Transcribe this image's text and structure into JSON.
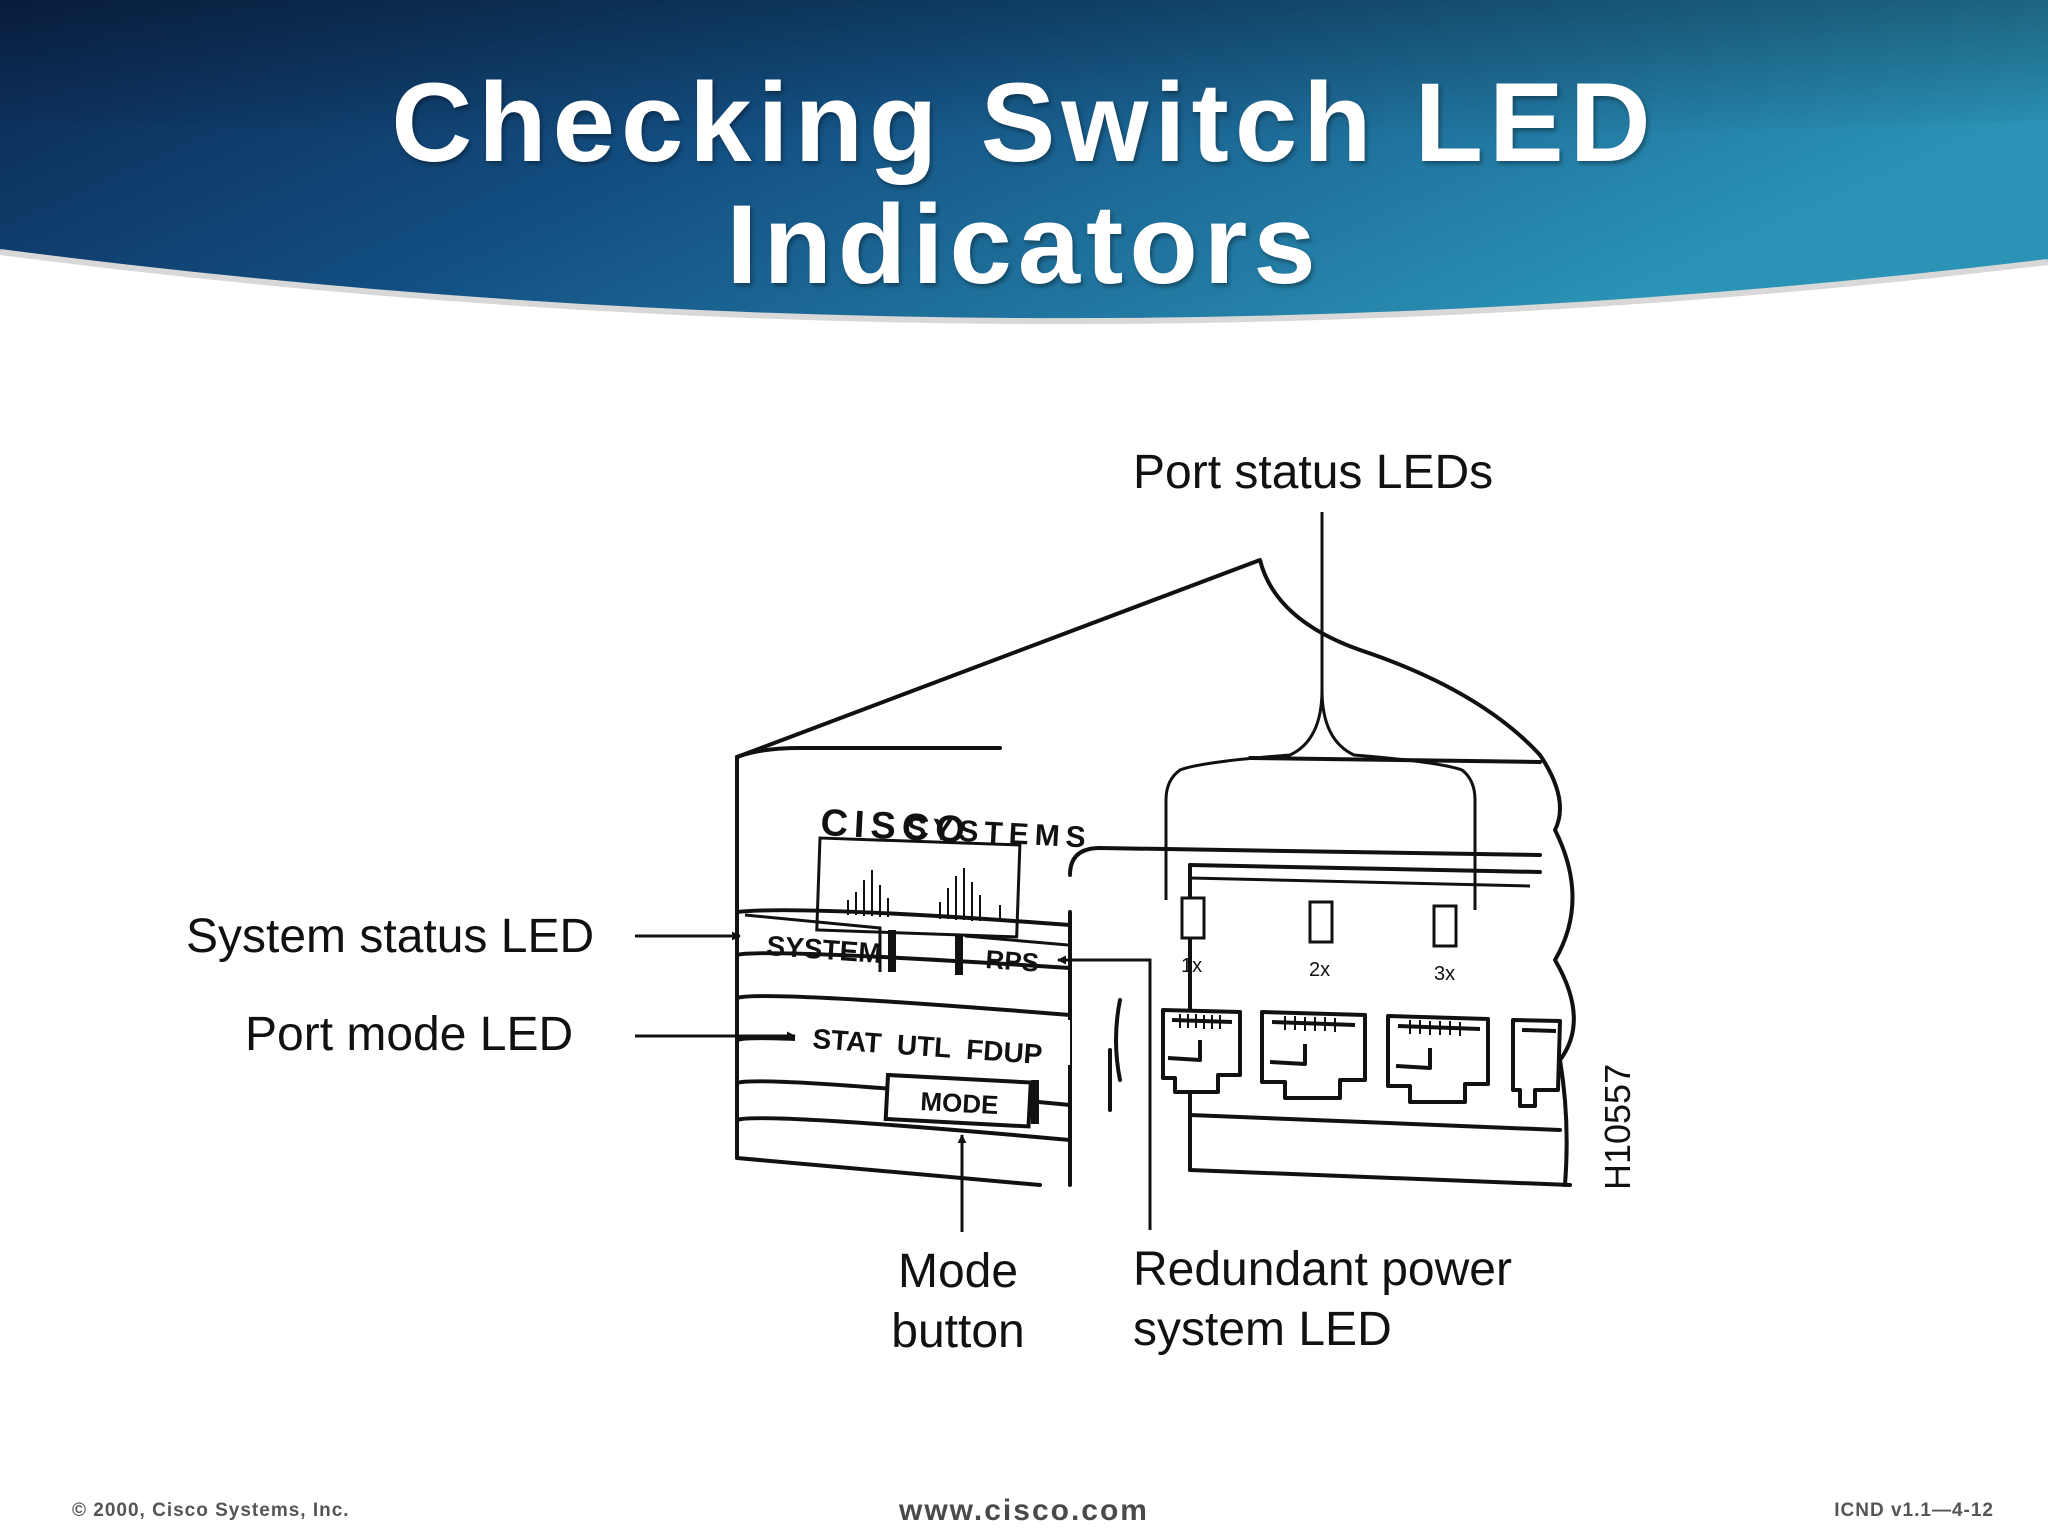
{
  "title": {
    "line1": "Checking Switch LED",
    "line2": "Indicators"
  },
  "colors": {
    "header_dark": "#0c2a52",
    "header_mid": "#145a86",
    "header_light": "#2a8fb3",
    "ink": "#111111"
  },
  "callouts": {
    "port_status": "Port status LEDs",
    "system_status": "System status LED",
    "port_mode": "Port mode LED",
    "mode_button_line1": "Mode",
    "mode_button_line2": "button",
    "rps_line1": "Redundant power",
    "rps_line2": "system LED"
  },
  "panel": {
    "brand_cisco": "CISCO",
    "brand_systems": "SYSTEMS",
    "system_label": "SYSTEM",
    "rps_label": "RPS",
    "mode_leds": "STAT  UTL  FDUP",
    "mode_button_label": "MODE",
    "port_labels": [
      "1x",
      "2x",
      "3x"
    ]
  },
  "figure_id": "H10557",
  "footer": {
    "copyright": "© 2000, Cisco Systems, Inc.",
    "url": "www.cisco.com",
    "course_code": "ICND v1.1—4-12"
  }
}
